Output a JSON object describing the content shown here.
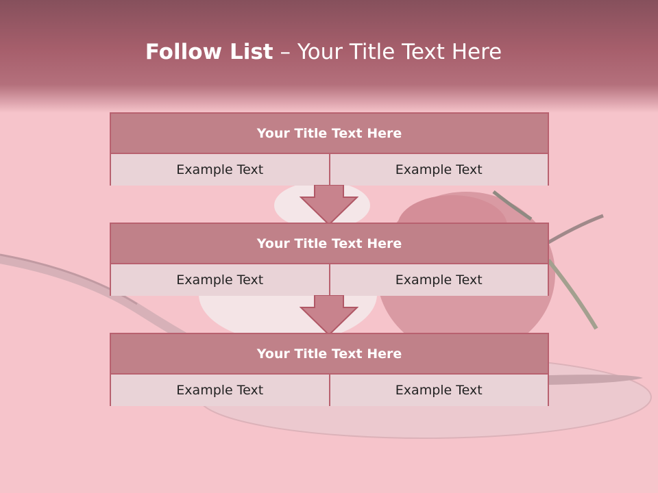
{
  "title": {
    "bold": "Follow List",
    "rest": "– Your Title Text Here"
  },
  "steps": [
    {
      "heading": "Your Title Text Here",
      "left": "Example Text",
      "right": "Example Text"
    },
    {
      "heading": "Your Title Text Here",
      "left": "Example Text",
      "right": "Example Text"
    },
    {
      "heading": "Your Title Text Here",
      "left": "Example Text",
      "right": "Example Text"
    }
  ],
  "colors": {
    "header": "#a75f6c",
    "background": "#f6c4cb",
    "box_header": "#c08189",
    "box_border": "#b8616f",
    "cell_fill": "#e9d3d7",
    "arrow_fill": "#c8838d"
  }
}
